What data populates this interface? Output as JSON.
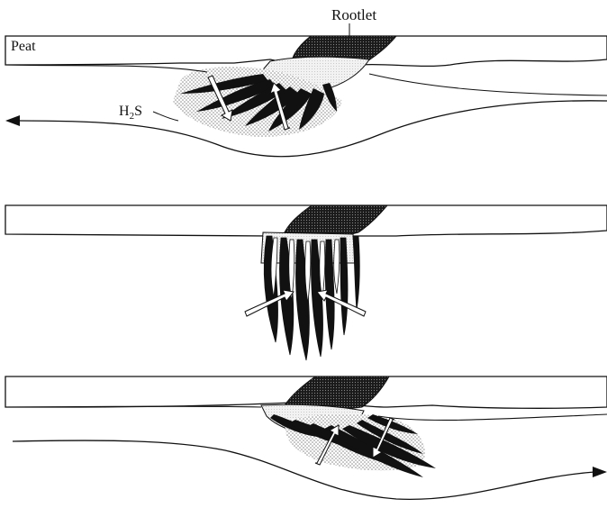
{
  "labels": {
    "rootlet": "Rootlet",
    "peat": "Peat",
    "h2s_main": "H",
    "h2s_sub": "2",
    "h2s_tail": "S"
  },
  "colors": {
    "ink": "#111111",
    "background": "#ffffff",
    "stipple": "#9a9a9a",
    "arrow_fill": "#ffffff"
  },
  "panels": [
    {
      "id": "top",
      "flow_direction": "left"
    },
    {
      "id": "middle",
      "flow_direction": "none"
    },
    {
      "id": "bottom",
      "flow_direction": "right"
    }
  ]
}
